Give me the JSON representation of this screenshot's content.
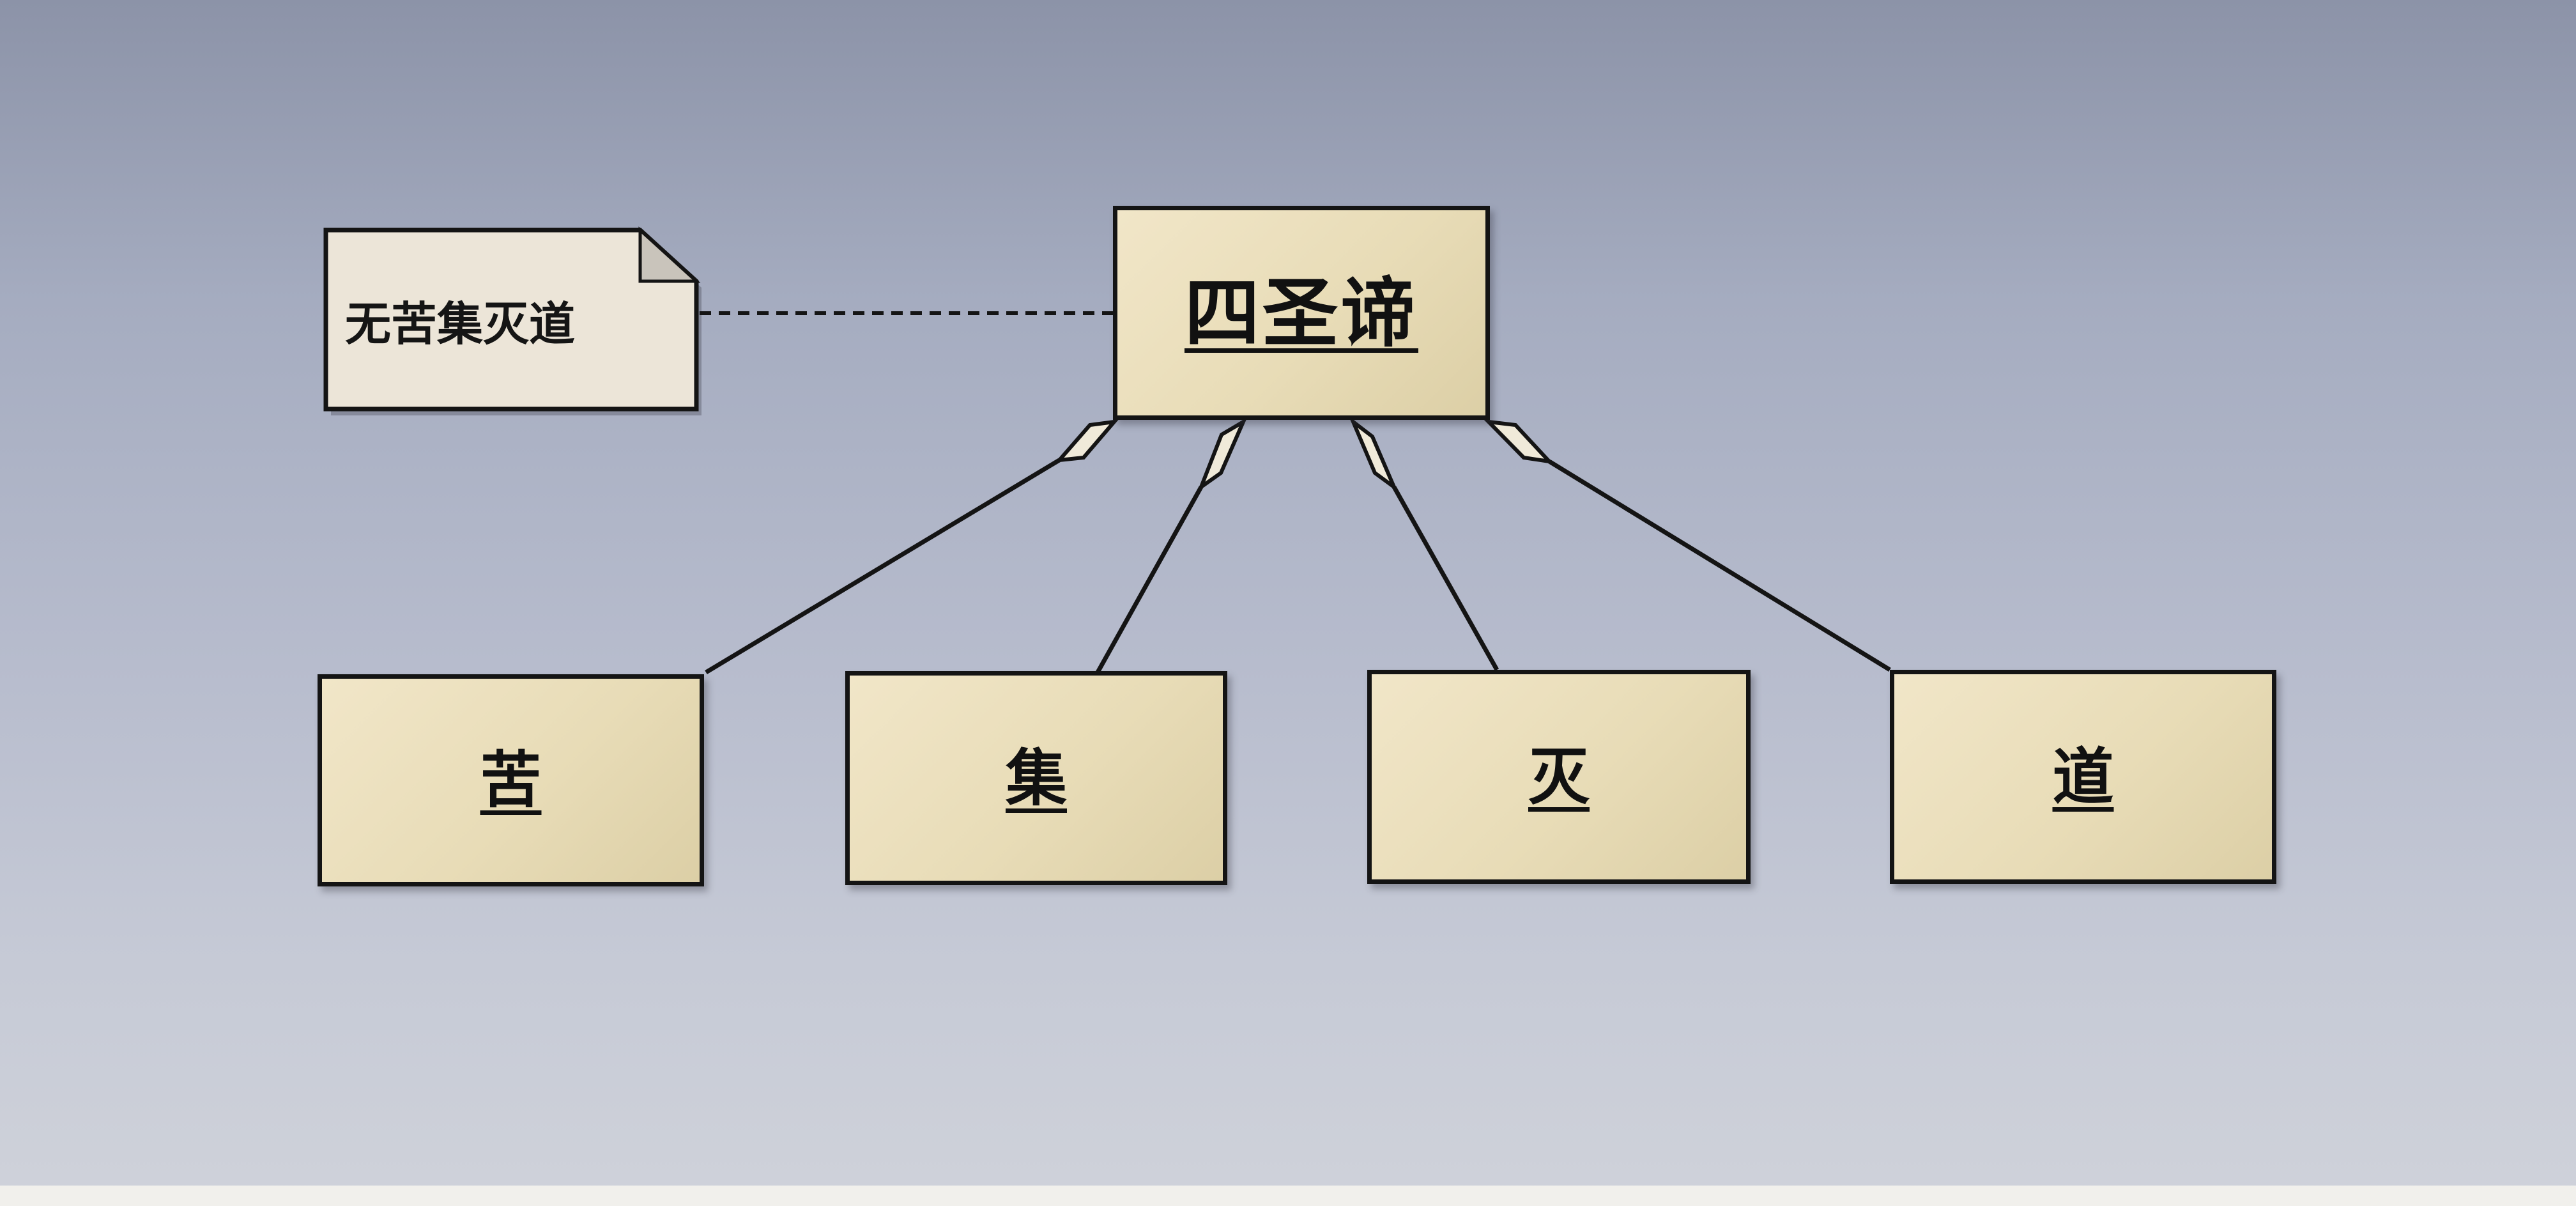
{
  "diagram": {
    "root": {
      "label": "四圣谛"
    },
    "note": {
      "text": "无苦集灭道"
    },
    "children": [
      {
        "label": "苦"
      },
      {
        "label": "集"
      },
      {
        "label": "灭"
      },
      {
        "label": "道"
      }
    ],
    "colors": {
      "box_fill": "#e8dcb7",
      "note_fill": "#ece5d8",
      "stroke": "#141414",
      "background": "#b7bccd"
    }
  }
}
